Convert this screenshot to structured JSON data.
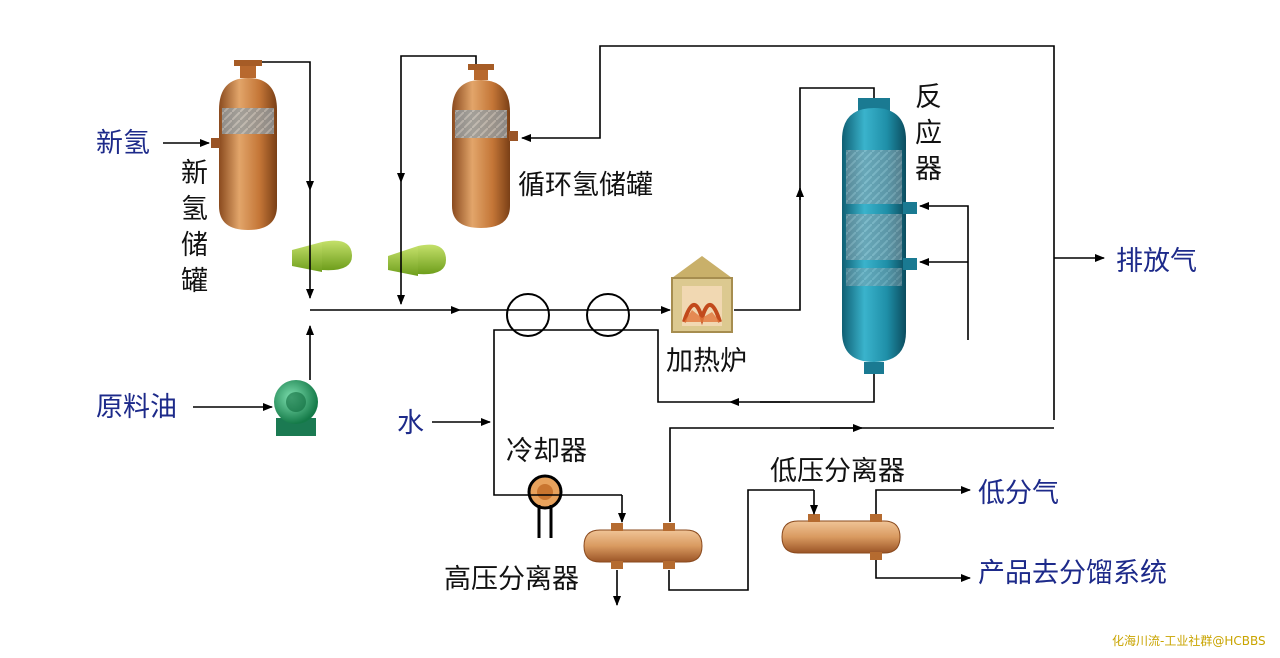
{
  "labels": {
    "new_hydrogen": "新氢",
    "new_hydrogen_tank": "新氢储罐",
    "recycle_hydrogen_tank": "循环氢储罐",
    "reactor": "反应器",
    "exhaust_gas": "排放气",
    "feed_oil": "原料油",
    "heating_furnace": "加热炉",
    "water": "水",
    "cooler": "冷却器",
    "low_pressure_separator": "低压分离器",
    "low_gas": "低分气",
    "high_pressure_separator": "高压分离器",
    "product_to_fractionation": "产品去分馏系统"
  },
  "watermark": "化海川流-工业社群@HCBBS",
  "colors": {
    "stream_labels": "#1d2a8a",
    "equipment_labels": "#111111",
    "tank_copper": "#c77d3e",
    "reactor_teal": "#1f8fa8",
    "compressor_green": "#9ac63a",
    "pump_green": "#2aa56a",
    "watermark": "#c9a400"
  }
}
